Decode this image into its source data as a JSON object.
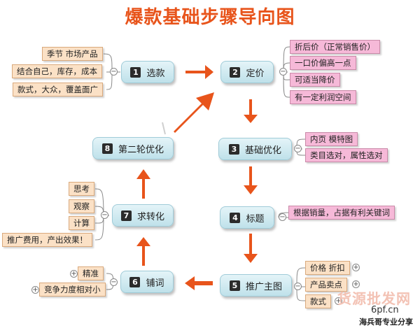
{
  "title": "爆款基础步骤导向图",
  "steps": [
    {
      "num": "1",
      "label": "选款"
    },
    {
      "num": "2",
      "label": "定价"
    },
    {
      "num": "3",
      "label": "基础优化"
    },
    {
      "num": "4",
      "label": "标题"
    },
    {
      "num": "5",
      "label": "推广主图"
    },
    {
      "num": "6",
      "label": "铺词"
    },
    {
      "num": "7",
      "label": "求转化"
    },
    {
      "num": "8",
      "label": "第二轮优化"
    }
  ],
  "step1_notes": [
    "季节 市场产品",
    "结合自己，库存，成本",
    "款式，大众，覆盖面广"
  ],
  "step2_notes": [
    "折后价（正常销售价）",
    "一口价偏高一点",
    "可适当降价",
    "有一定利润空间"
  ],
  "step3_notes": [
    "内页 模特图",
    "类目选对，属性选对"
  ],
  "step4_notes": [
    "根据销量，占据有利关键词"
  ],
  "step5_notes": [
    "价格 折扣",
    "产品卖点",
    "款式"
  ],
  "step6_notes": [
    "精准",
    "竞争力度相对小"
  ],
  "step7_notes": [
    "思考",
    "观察",
    "计算",
    "推广费用，产出效果！"
  ],
  "watermark": {
    "line1": "货源批发网",
    "line2": "6pf.cn",
    "line3": "海兵哥专业分享"
  },
  "colors": {
    "title": "#e8541b",
    "arrow": "#e8541b",
    "node": "#bfe1ea",
    "pink": "#f6b9d8",
    "peach": "#fbe1c6"
  }
}
